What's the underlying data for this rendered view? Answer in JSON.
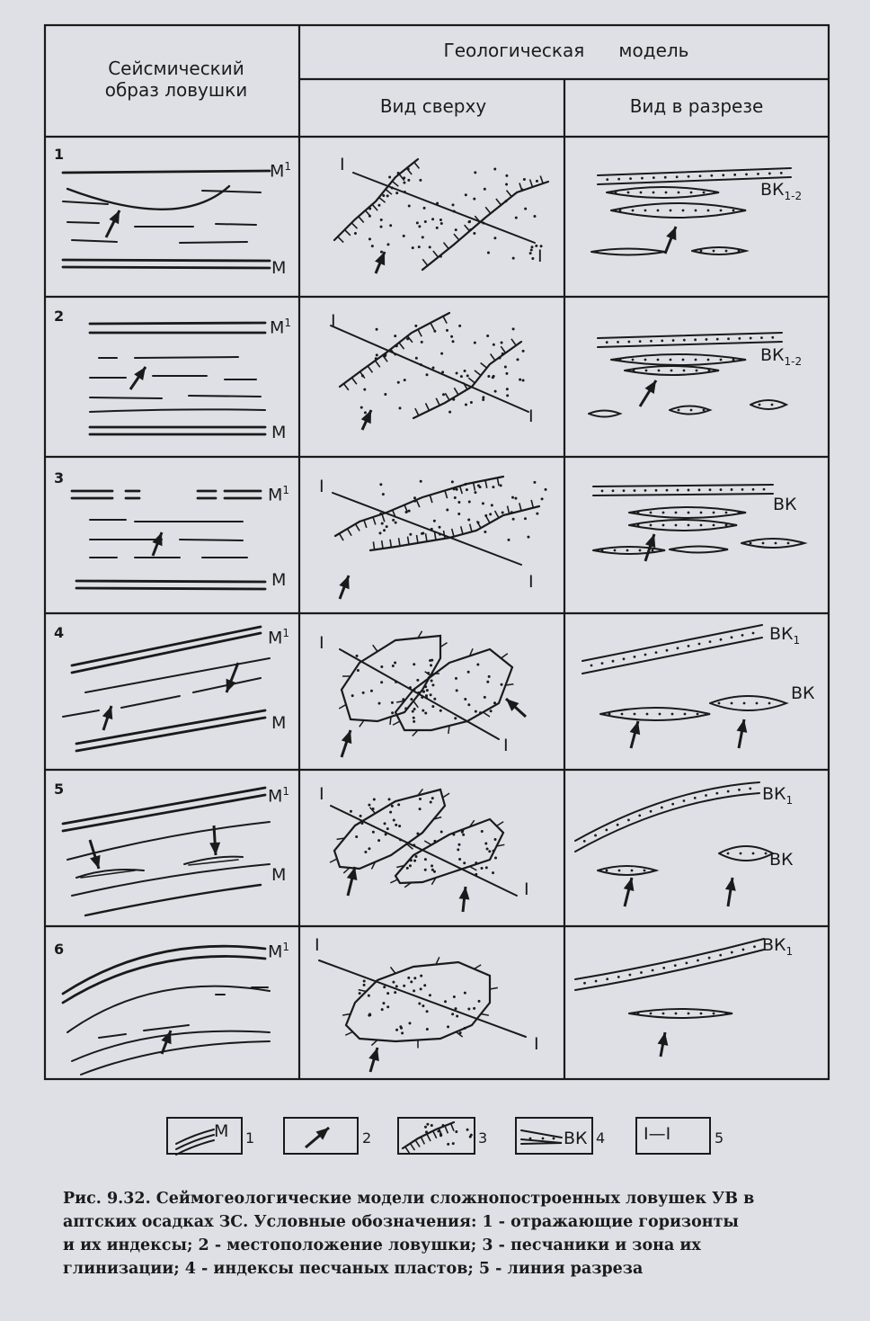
{
  "table": {
    "col1_header": [
      "Сейсмический",
      "образ ловушки"
    ],
    "group_header": "Геологическая      модель",
    "col2_header": "Вид сверху",
    "col3_header": "Вид в разрезе"
  },
  "rows": [
    {
      "num": "1",
      "m_top": "M",
      "m_top_sup": "1",
      "m_bottom": "M",
      "section_labels": [
        {
          "base": "ВК",
          "sub": "1-2"
        }
      ]
    },
    {
      "num": "2",
      "m_top": "M",
      "m_top_sup": "1",
      "m_bottom": "M",
      "section_labels": [
        {
          "base": "ВК",
          "sub": "1-2"
        }
      ]
    },
    {
      "num": "3",
      "m_top": "M",
      "m_top_sup": "1",
      "m_bottom": "M",
      "section_labels": [
        {
          "base": "ВК",
          "sub": ""
        }
      ]
    },
    {
      "num": "4",
      "m_top": "M",
      "m_top_sup": "1",
      "m_bottom": "M",
      "section_labels": [
        {
          "base": "ВК",
          "sub": "1"
        },
        {
          "base": "ВК",
          "sub": ""
        }
      ]
    },
    {
      "num": "5",
      "m_top": "M",
      "m_top_sup": "1",
      "m_bottom": "M",
      "section_labels": [
        {
          "base": "ВК",
          "sub": "1"
        },
        {
          "base": "ВК",
          "sub": ""
        }
      ]
    },
    {
      "num": "6",
      "m_top": "M",
      "m_top_sup": "1",
      "m_bottom": "",
      "section_labels": [
        {
          "base": "ВК",
          "sub": "1"
        }
      ]
    }
  ],
  "section_line_label": "I",
  "legend": {
    "items": [
      {
        "num": "1",
        "text": "M"
      },
      {
        "num": "2",
        "text": ""
      },
      {
        "num": "3",
        "text": ""
      },
      {
        "num": "4",
        "text": "ВК"
      },
      {
        "num": "5",
        "text": "I—I"
      }
    ]
  },
  "caption": {
    "line1": "Рис. 9.32. Сеймогеологические модели сложнопостроенных ловушек УВ в",
    "line2": "аптских осадках ЗС. Условные обозначения: 1 - отражающие горизонты",
    "line3": "и их индексы; 2 - местоположение ловушки; 3 - песчаники и зона их",
    "line4": "глинизации; 4 - индексы песчаных пластов; 5 - линия разреза"
  },
  "colors": {
    "ink": "#1a1a1a",
    "paper": "#dfe0e6"
  }
}
